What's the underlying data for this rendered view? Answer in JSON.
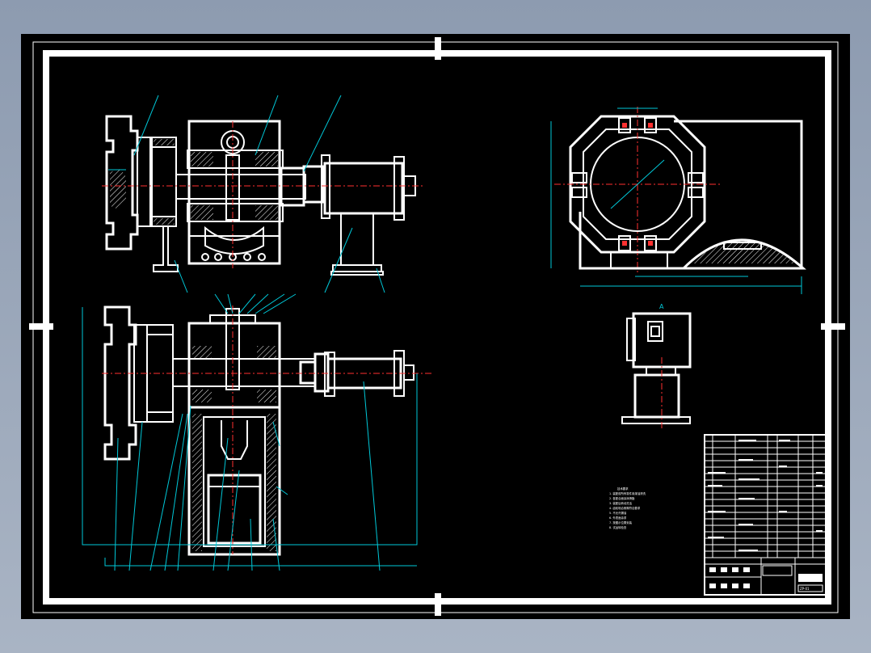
{
  "drawing": {
    "background": "#000000",
    "line_color": "#ffffff",
    "dim_color": "#00c8d8",
    "center_color": "#ff3030"
  },
  "view_label": "A",
  "notes": {
    "title": "技术要求",
    "lines": [
      "1. 装配前所有零件用煤油清洗",
      "2. 各配合面涂润滑脂",
      "3. 装配后转动灵活",
      "4. 齿轮啮合侧隙符合要求",
      "5. 不允许漏油",
      "6. 外表面涂漆",
      "7. 按图示位置安装",
      "8. 试运转检查"
    ]
  },
  "title_block": {
    "name_line": "装配图",
    "code_line": "ZP-01"
  }
}
